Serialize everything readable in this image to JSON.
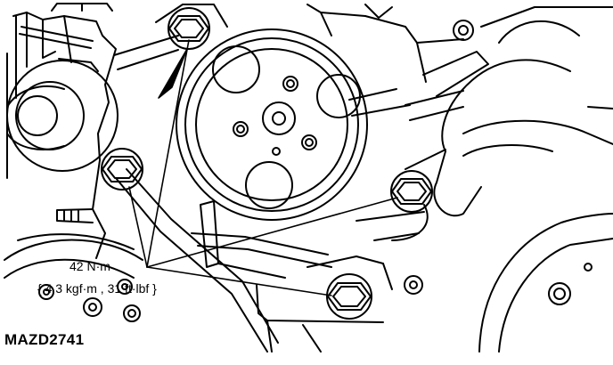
{
  "diagram": {
    "figure_id": "MAZD2741",
    "torque_spec": "42 N·m",
    "torque_spec_alt": "{ 4.3 kgf·m , 31 ft·lbf }",
    "line_color": "#000000",
    "background_color": "#ffffff"
  }
}
